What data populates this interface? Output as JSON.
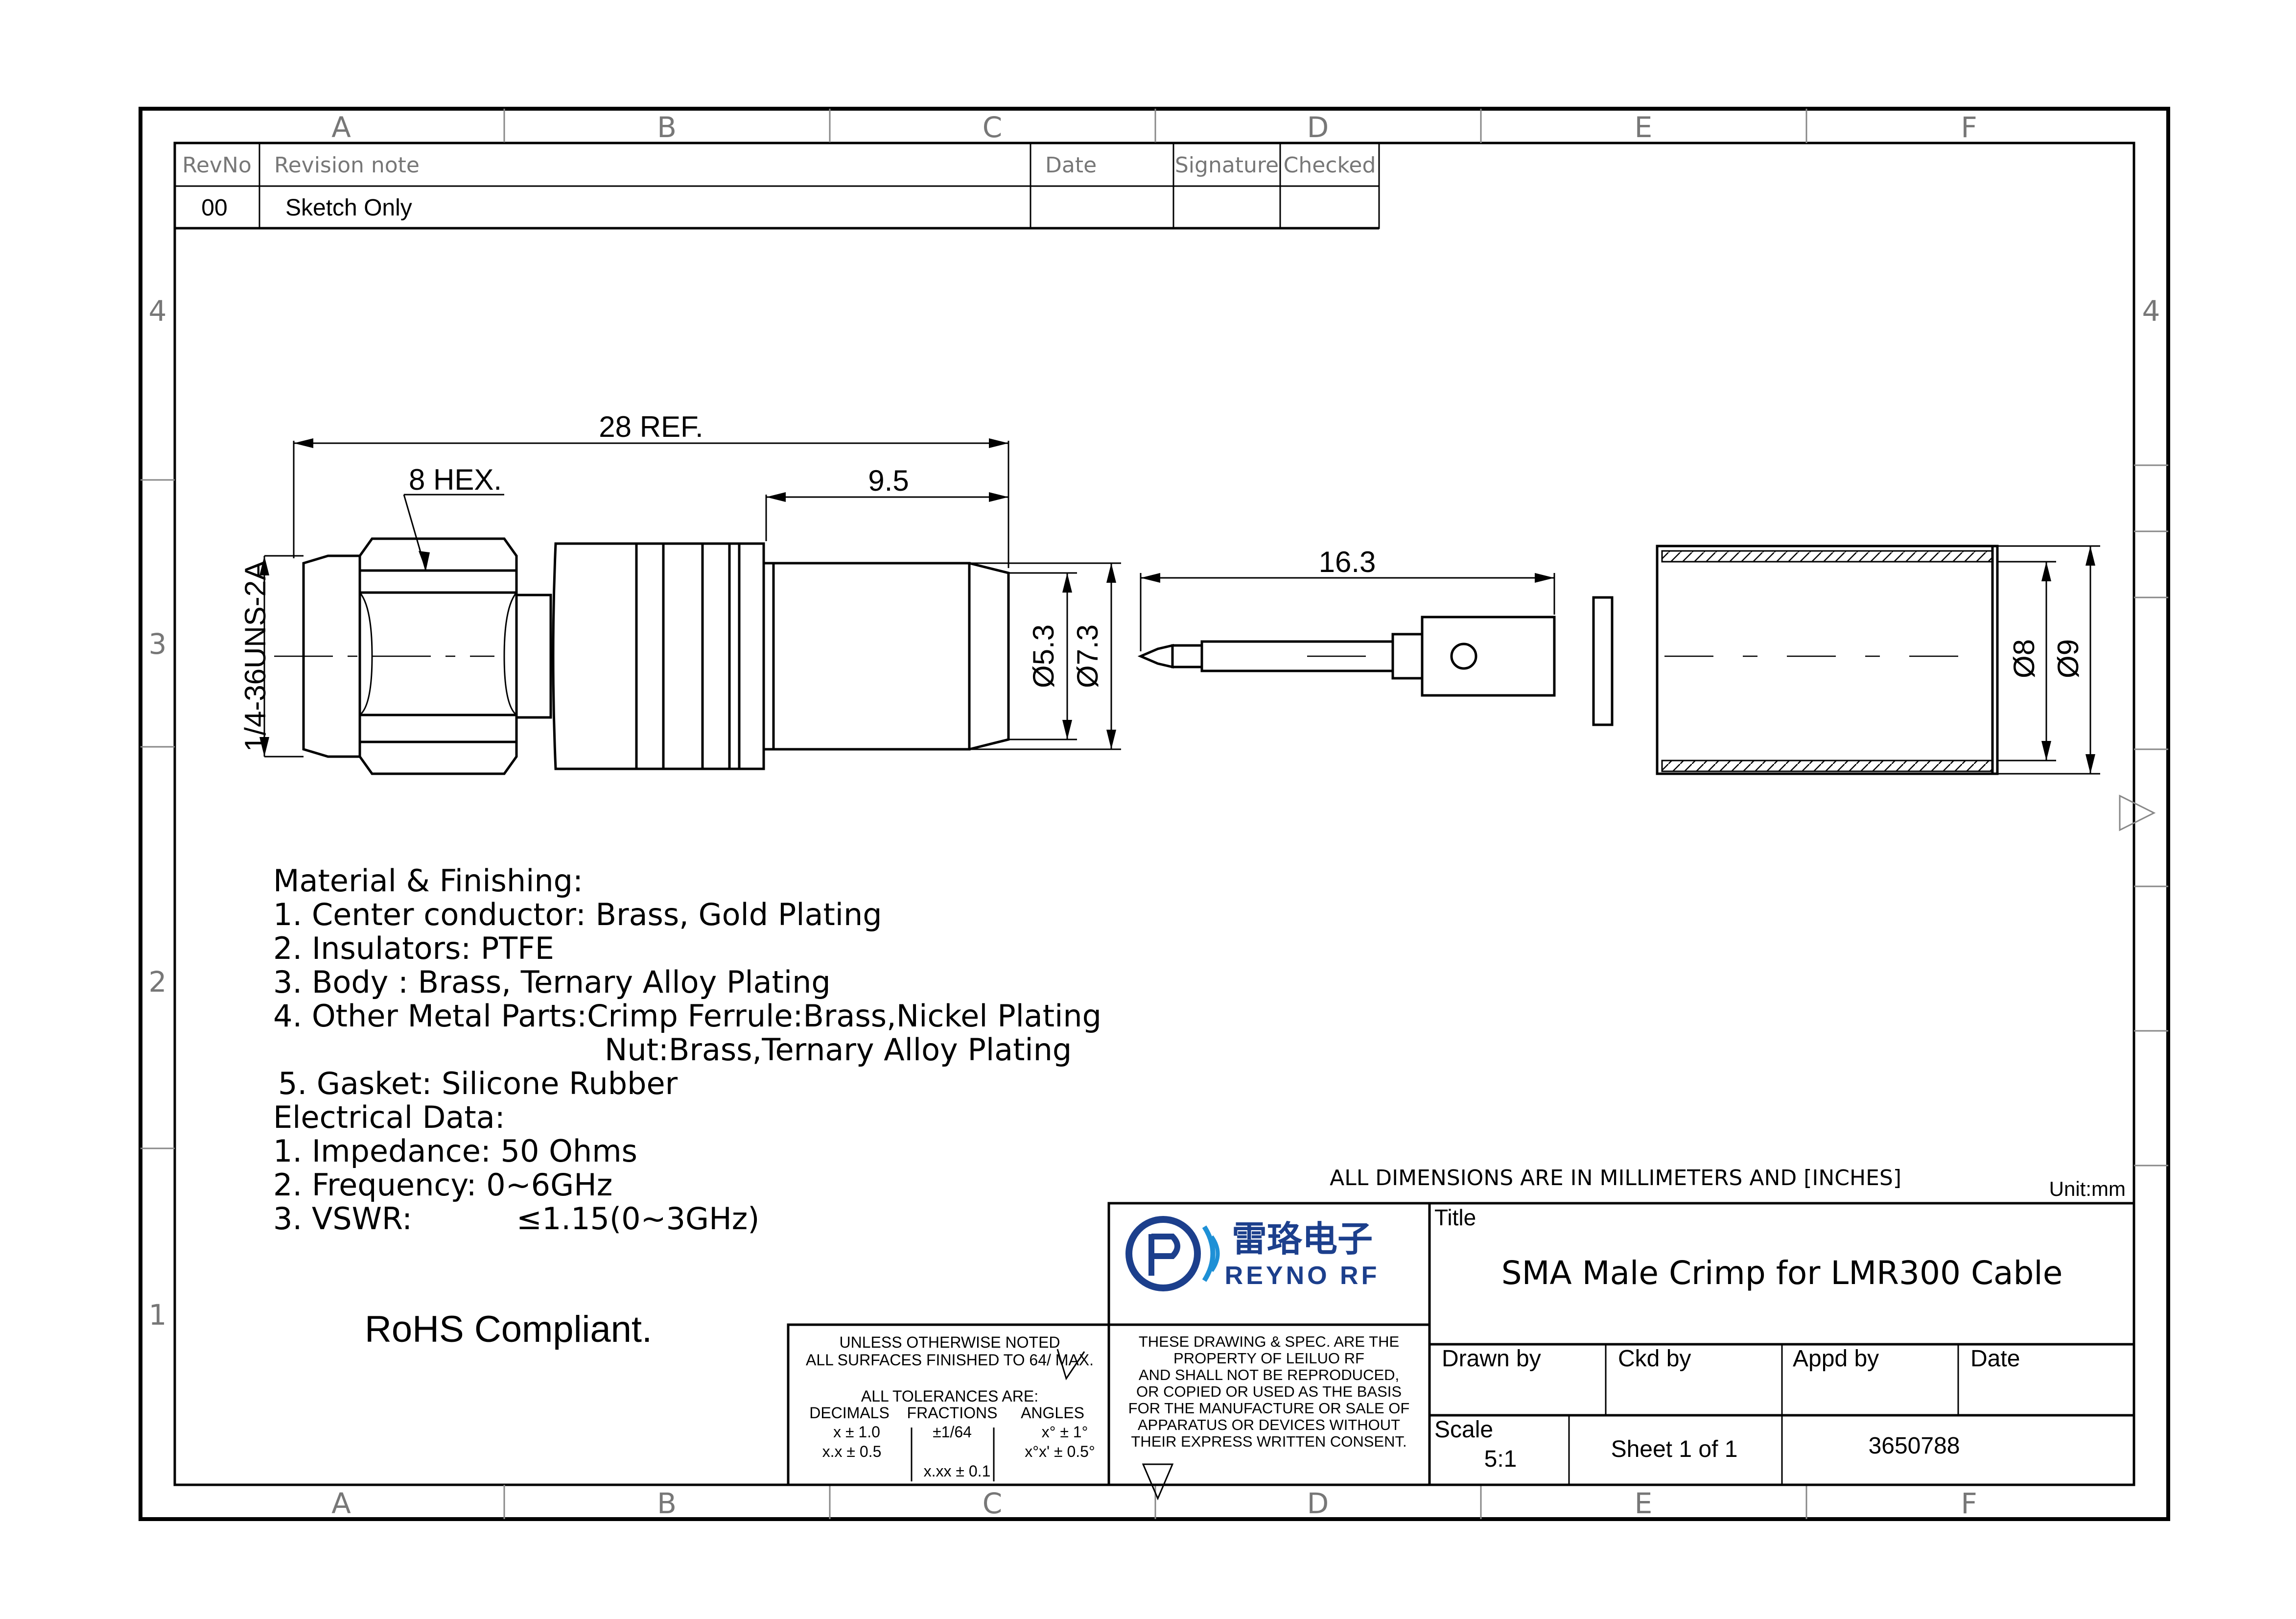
{
  "zones": {
    "cols": [
      "A",
      "B",
      "C",
      "D",
      "E",
      "F"
    ],
    "rows": [
      "4",
      "3",
      "2",
      "1"
    ]
  },
  "revision_table": {
    "headers": [
      "RevNo",
      "Revision note",
      "Date",
      "Signature",
      "Checked"
    ],
    "row": {
      "rev": "00",
      "note": "Sketch Only"
    }
  },
  "dimensions": {
    "overall": "28 REF.",
    "hex": "8 HEX.",
    "crimp_len": "9.5",
    "thread": "1/4-36UNS-2A",
    "d_inner": "Ø5.3",
    "d_outer": "Ø7.3",
    "pin_len": "16.3",
    "ferrule_d1": "Ø8",
    "ferrule_d2": "Ø9"
  },
  "notes": {
    "heading_material": "Material & Finishing:",
    "material": [
      "1. Center conductor: Brass, Gold Plating",
      "2. Insulators: PTFE",
      "3. Body : Brass, Ternary Alloy Plating",
      "4. Other Metal Parts:Crimp Ferrule:Brass,Nickel Plating"
    ],
    "material_cont": "Nut:Brass,Ternary Alloy Plating",
    "material_5": "5. Gasket: Silicone Rubber",
    "heading_electrical": "Electrical Data:",
    "electrical": [
      "1. Impedance: 50 Ohms",
      "2. Frequency: 0~6GHz"
    ],
    "vswr_label": "3. VSWR:",
    "vswr_value": "≤1.15(0~3GHz)",
    "rohs": "RoHS Compliant."
  },
  "tolerances": {
    "line1": "UNLESS OTHERWISE NOTED",
    "line2": "ALL SURFACES FINISHED TO 64/ MAX.",
    "line3": "ALL TOLERANCES ARE:",
    "h_decimals": "DECIMALS",
    "h_fractions": "FRACTIONS",
    "h_angles": "ANGLES",
    "dec1": "x ± 1.0",
    "dec2": "x.x ± 0.5",
    "frac1": "±1/64",
    "frac2": "x.xx ± 0.1",
    "ang1": "x° ± 1°",
    "ang2": "x°x' ± 0.5°"
  },
  "property_notice": [
    "THESE DRAWING & SPEC. ARE THE",
    "PROPERTY OF LEILUO RF",
    "AND SHALL NOT BE REPRODUCED,",
    "OR COPIED OR USED AS THE BASIS",
    "FOR THE MANUFACTURE OR SALE OF",
    "APPARATUS OR DEVICES WITHOUT",
    "THEIR EXPRESS WRITTEN CONSENT."
  ],
  "logo": {
    "chinese": "雷珞电子",
    "english": "REYNO RF",
    "color": "#1c3f8c"
  },
  "title_block": {
    "all_dims": "ALL DIMENSIONS ARE IN MILLIMETERS AND [INCHES]",
    "unit": "Unit:mm",
    "title_label": "Title",
    "title": "SMA Male Crimp for LMR300 Cable",
    "drawn_by": "Drawn by",
    "ckd_by": "Ckd by",
    "appd_by": "Appd by",
    "date": "Date",
    "scale_label": "Scale",
    "scale_value": "5:1",
    "sheet": "Sheet 1 of 1",
    "part_no": "3650788"
  }
}
